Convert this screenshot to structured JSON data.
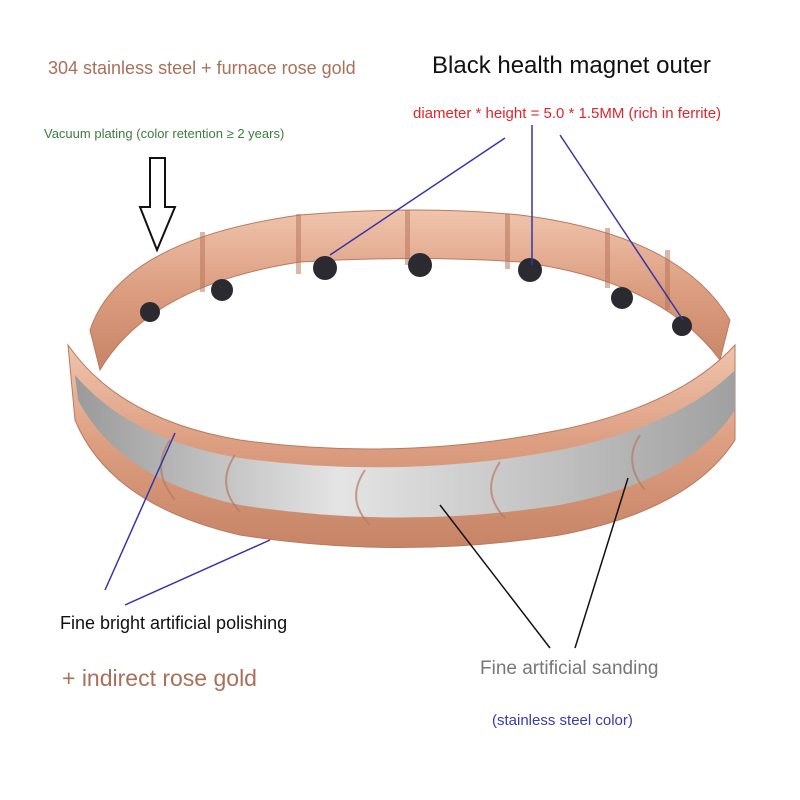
{
  "labels": {
    "material": "304 stainless steel + furnace rose gold",
    "magnet_title": "Black health magnet outer",
    "magnet_size": "diameter * height = 5.0 * 1.5MM (rich in ferrite)",
    "plating": "Vacuum plating (color retention ≥ 2 years)",
    "polishing": "Fine bright artificial polishing",
    "rose_gold": "+ indirect rose gold",
    "sanding": "Fine artificial sanding",
    "steel_color": "(stainless steel color)"
  },
  "colors": {
    "rose_gold": "#e2a88c",
    "silver": "#c9c9c9",
    "magnet": "#2a2a30",
    "pointer_blue": "#3535a8"
  }
}
